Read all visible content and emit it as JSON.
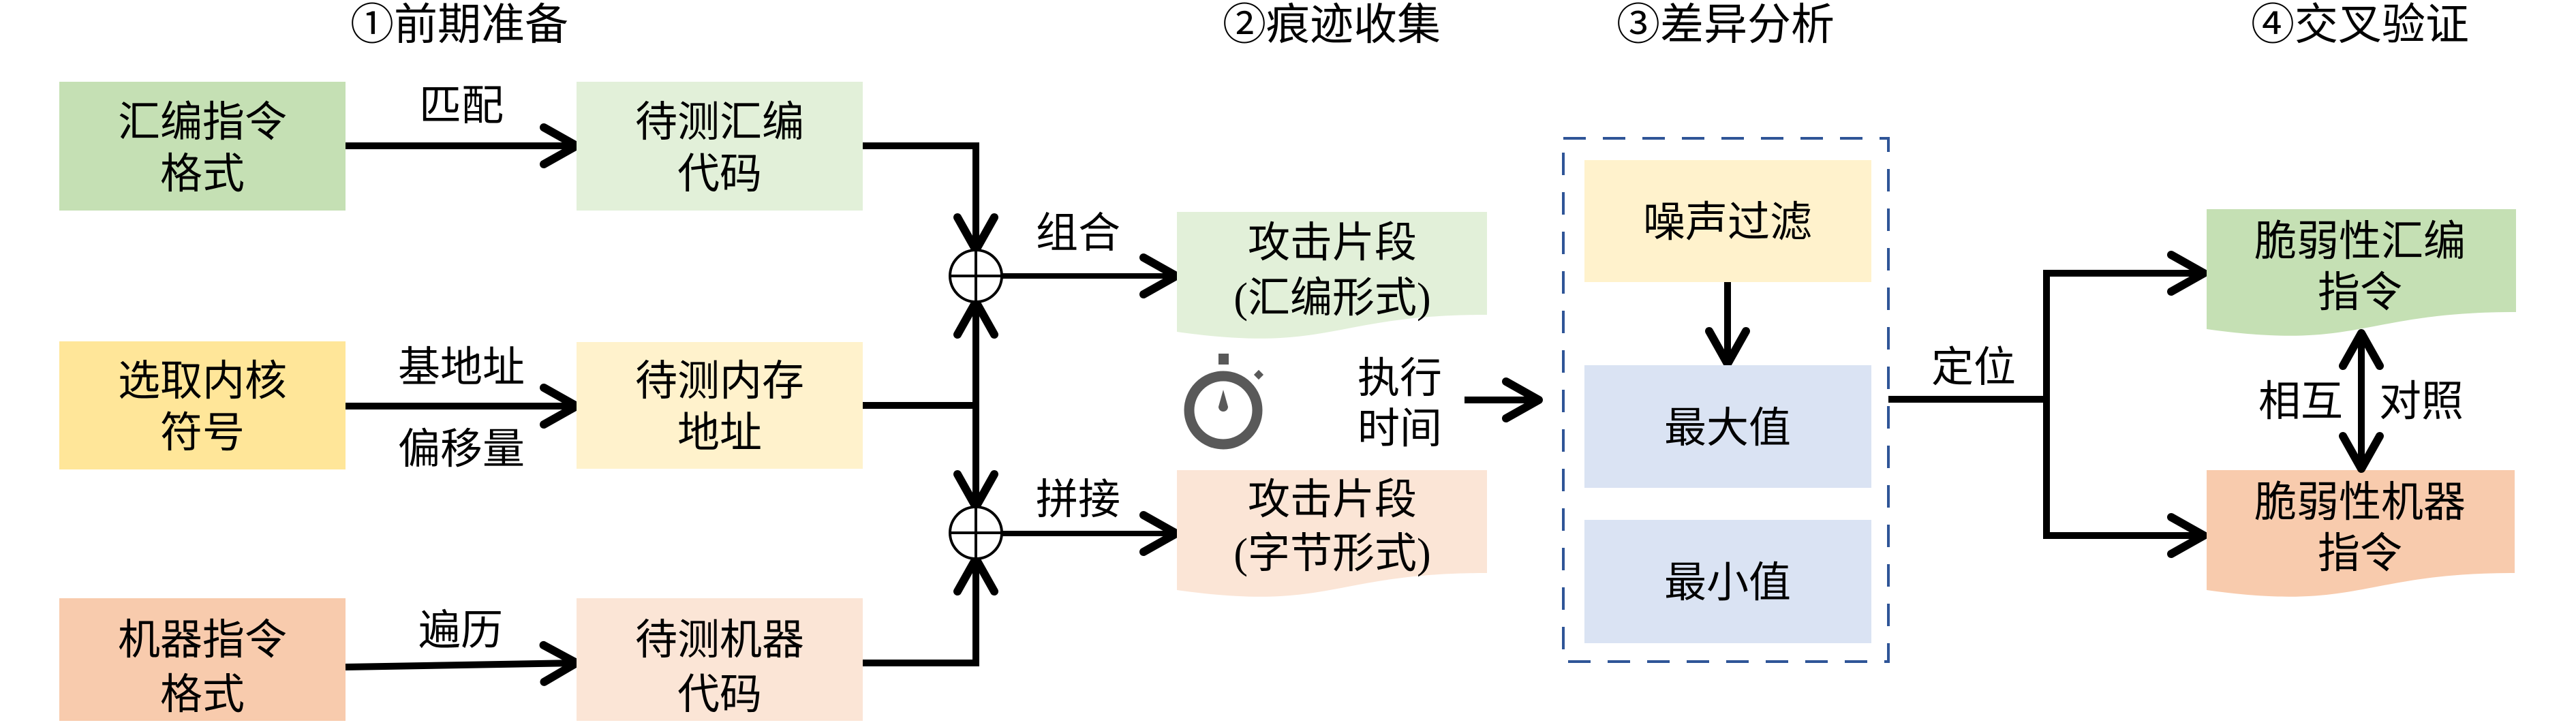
{
  "stages": {
    "prep": "①前期准备",
    "collect": "②痕迹收集",
    "analysis": "③差异分析",
    "verify": "④交叉验证"
  },
  "prep": {
    "sources": [
      {
        "line1": "汇编指令",
        "line2": "格式",
        "color": "#c5e0b4"
      },
      {
        "line1": "选取内核",
        "line2": "符号",
        "color": "#ffe699"
      },
      {
        "line1": "机器指令",
        "line2": "格式",
        "color": "#f8cbad"
      }
    ],
    "targets": [
      {
        "line1": "待测汇编",
        "line2": "代码",
        "color": "#e2f0d9"
      },
      {
        "line1": "待测内存",
        "line2": "地址",
        "color": "#fff2cc"
      },
      {
        "line1": "待测机器",
        "line2": "代码",
        "color": "#fbe5d6"
      }
    ],
    "edge_labels": {
      "match": "匹配",
      "base_address": "基地址",
      "offset": "偏移量",
      "traverse": "遍历"
    }
  },
  "collect": {
    "operator_icon": "circle-plus-icon",
    "combine_label": "组合",
    "concat_label": "拼接",
    "fragments": [
      {
        "line1": "攻击片段",
        "line2": "(汇编形式)",
        "color": "#e2f0d9"
      },
      {
        "line1": "攻击片段",
        "line2": "(字节形式)",
        "color": "#fbe5d6"
      }
    ],
    "timer_icon": "stopwatch-icon",
    "timer_color": "#595959",
    "exec_time": {
      "line1": "执行",
      "line2": "时间"
    }
  },
  "analysis": {
    "group_border_color": "#2f5597",
    "steps": [
      {
        "label": "噪声过滤",
        "color": "#fff2cc"
      },
      {
        "label": "最大值",
        "color": "#dae3f3"
      },
      {
        "label": "最小值",
        "color": "#dae3f3"
      }
    ],
    "locate_label": "定位"
  },
  "verify": {
    "outputs": [
      {
        "line1": "脆弱性汇编",
        "line2": "指令",
        "color": "#c5e0b4"
      },
      {
        "line1": "脆弱性机器",
        "line2": "指令",
        "color": "#f8cbad"
      }
    ],
    "mutual_label": "相互",
    "compare_label": "对照"
  }
}
